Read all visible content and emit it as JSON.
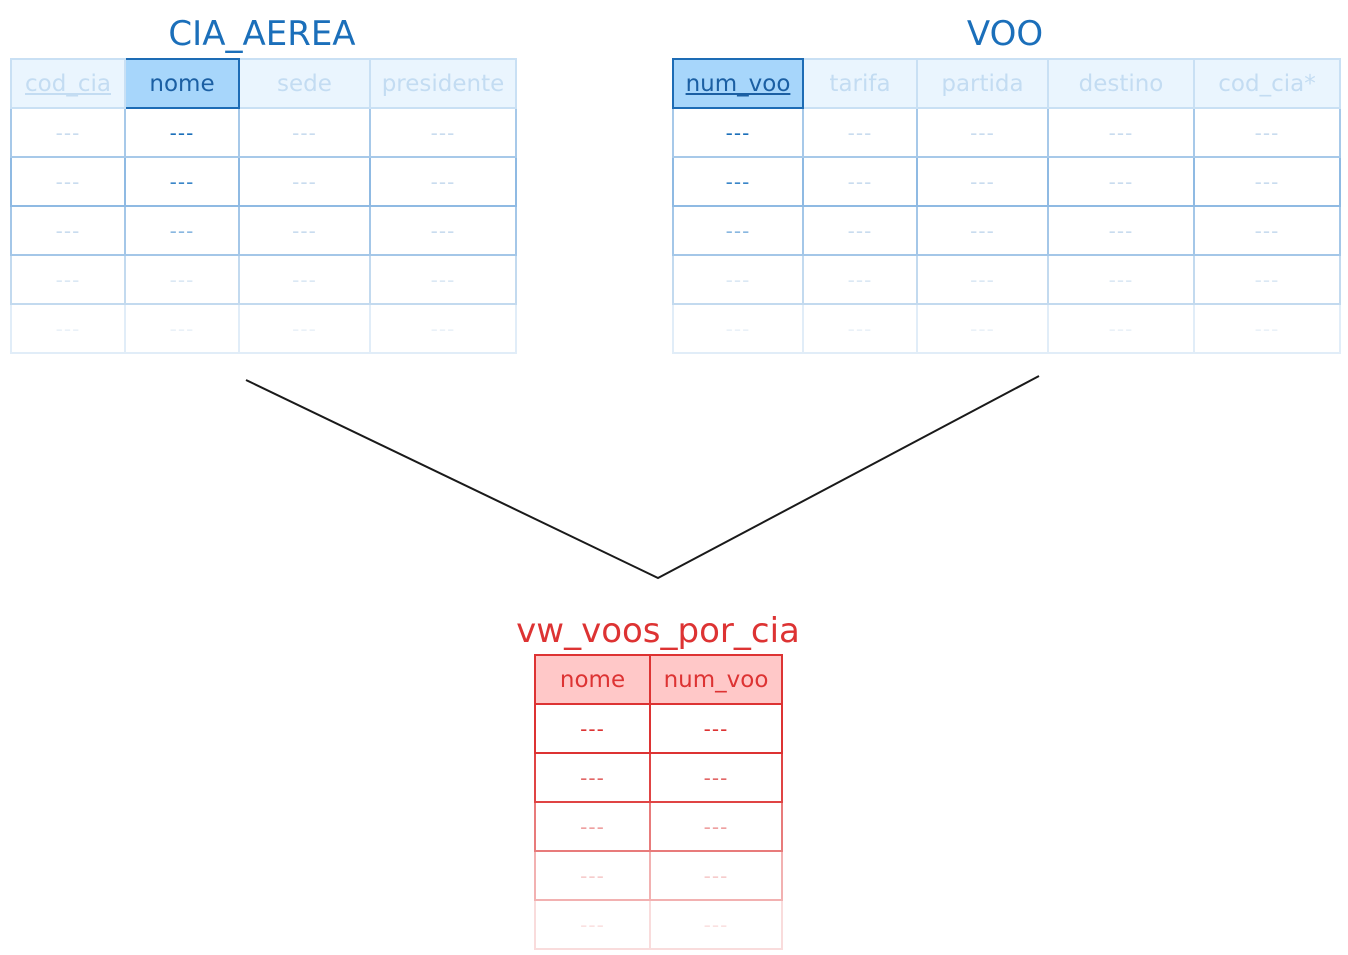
{
  "tables": {
    "cia_aerea": {
      "title": "CIA_AEREA",
      "columns": [
        "cod_cia",
        "nome",
        "sede",
        "presidente"
      ],
      "primary_key": "cod_cia",
      "highlighted_column": "nome",
      "rows": [
        [
          "---",
          "---",
          "---",
          "---"
        ],
        [
          "---",
          "---",
          "---",
          "---"
        ],
        [
          "---",
          "---",
          "---",
          "---"
        ],
        [
          "---",
          "---",
          "---",
          "---"
        ],
        [
          "---",
          "---",
          "---",
          "---"
        ]
      ]
    },
    "voo": {
      "title": "VOO",
      "columns": [
        "num_voo",
        "tarifa",
        "partida",
        "destino",
        "cod_cia*"
      ],
      "primary_key": "num_voo",
      "highlighted_column": "num_voo",
      "rows": [
        [
          "---",
          "---",
          "---",
          "---",
          "---"
        ],
        [
          "---",
          "---",
          "---",
          "---",
          "---"
        ],
        [
          "---",
          "---",
          "---",
          "---",
          "---"
        ],
        [
          "---",
          "---",
          "---",
          "---",
          "---"
        ],
        [
          "---",
          "---",
          "---",
          "---",
          "---"
        ]
      ]
    },
    "view": {
      "title": "vw_voos_por_cia",
      "columns": [
        "nome",
        "num_voo"
      ],
      "rows": [
        [
          "---",
          "---"
        ],
        [
          "---",
          "---"
        ],
        [
          "---",
          "---"
        ],
        [
          "---",
          "---"
        ],
        [
          "---",
          "---"
        ]
      ]
    }
  },
  "colors": {
    "source_accent": "#1b6fba",
    "source_highlight_fill": "#a7d6fb",
    "view_accent": "#dd3333",
    "view_header_fill": "#ffc8c8",
    "connector": "#1a1a1a"
  }
}
